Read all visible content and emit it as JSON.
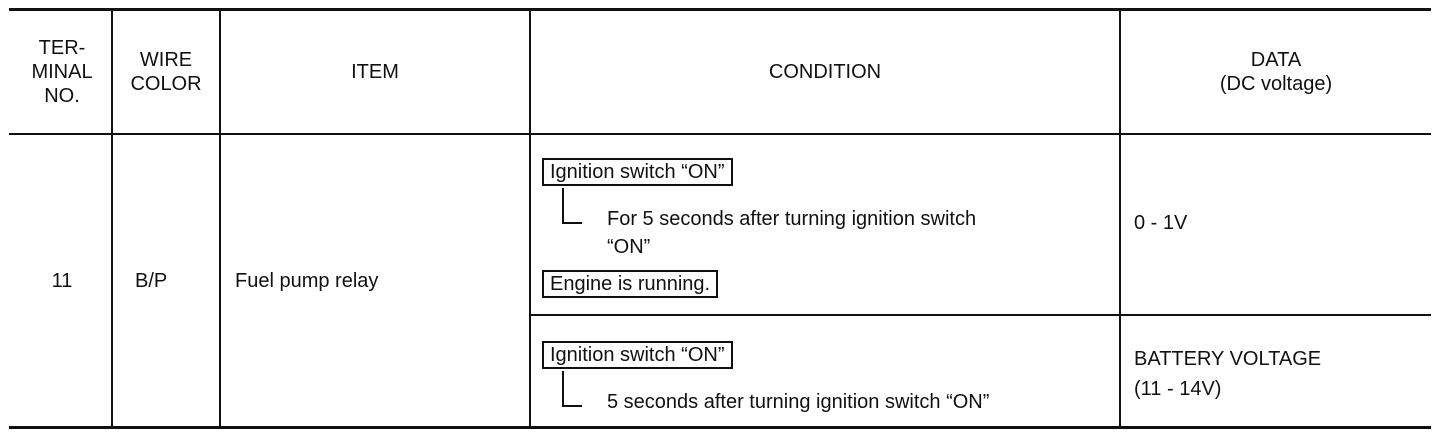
{
  "table": {
    "headers": {
      "terminal_no": "TER-\nMINAL\nNO.",
      "wire_color": "WIRE\nCOLOR",
      "item": "ITEM",
      "condition": "CONDITION",
      "data": "DATA\n(DC voltage)"
    },
    "row": {
      "terminal_no": "11",
      "wire_color": "B/P",
      "item": "Fuel pump relay",
      "conditions": [
        {
          "primary": "Ignition switch “ON”",
          "sub": "For 5 seconds after turning ignition switch\n“ON”",
          "secondary": "Engine is running.",
          "data": "0 - 1V"
        },
        {
          "primary": "Ignition switch “ON”",
          "sub": "5 seconds after turning ignition switch “ON”",
          "data": "BATTERY VOLTAGE\n(11 - 14V)"
        }
      ]
    }
  }
}
